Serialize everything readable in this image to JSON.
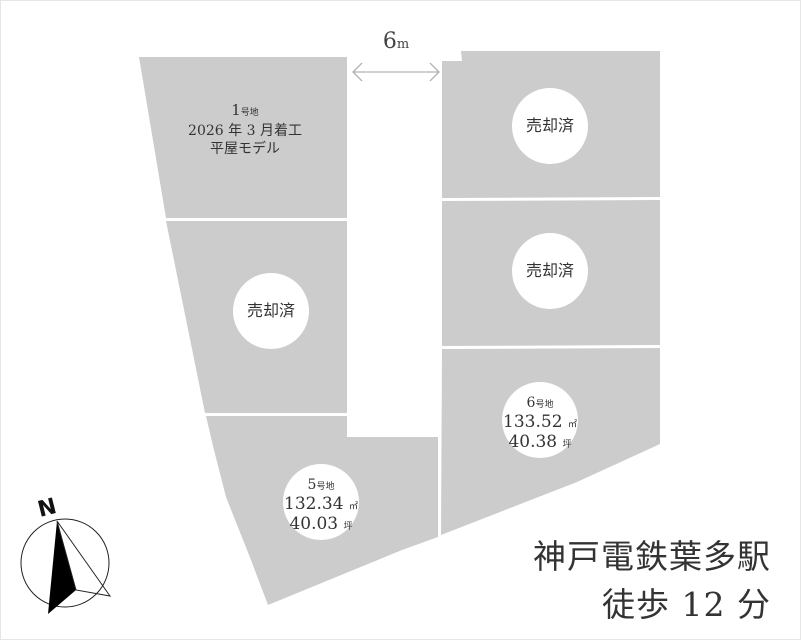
{
  "road": {
    "width_value": "6",
    "width_unit": "m"
  },
  "lots": [
    {
      "id": "lot-1",
      "number": "1",
      "suffix": "号地",
      "line2": "2026 年 3 月着工",
      "line3": "平屋モデル",
      "status": "available"
    },
    {
      "id": "lot-2",
      "status_label": "売却済"
    },
    {
      "id": "lot-top-right",
      "status_label": "売却済"
    },
    {
      "id": "lot-middle-right",
      "status_label": "売却済"
    },
    {
      "id": "lot-5",
      "number": "5",
      "suffix": "号地",
      "area_sqm": "132.34",
      "area_sqm_unit": "㎡",
      "area_tsubo": "40.03",
      "area_tsubo_unit": "坪"
    },
    {
      "id": "lot-6",
      "number": "6",
      "suffix": "号地",
      "area_sqm": "133.52",
      "area_sqm_unit": "㎡",
      "area_tsubo": "40.38",
      "area_tsubo_unit": "坪"
    }
  ],
  "access": {
    "station": "神戸電鉄葉多駅",
    "walk": "徒歩 12 分"
  },
  "compass": {
    "label": "N"
  },
  "colors": {
    "lot_fill": "#cccccc",
    "badge_fill": "#ffffff",
    "text": "#333333",
    "arrow": "#b3b3b3"
  }
}
